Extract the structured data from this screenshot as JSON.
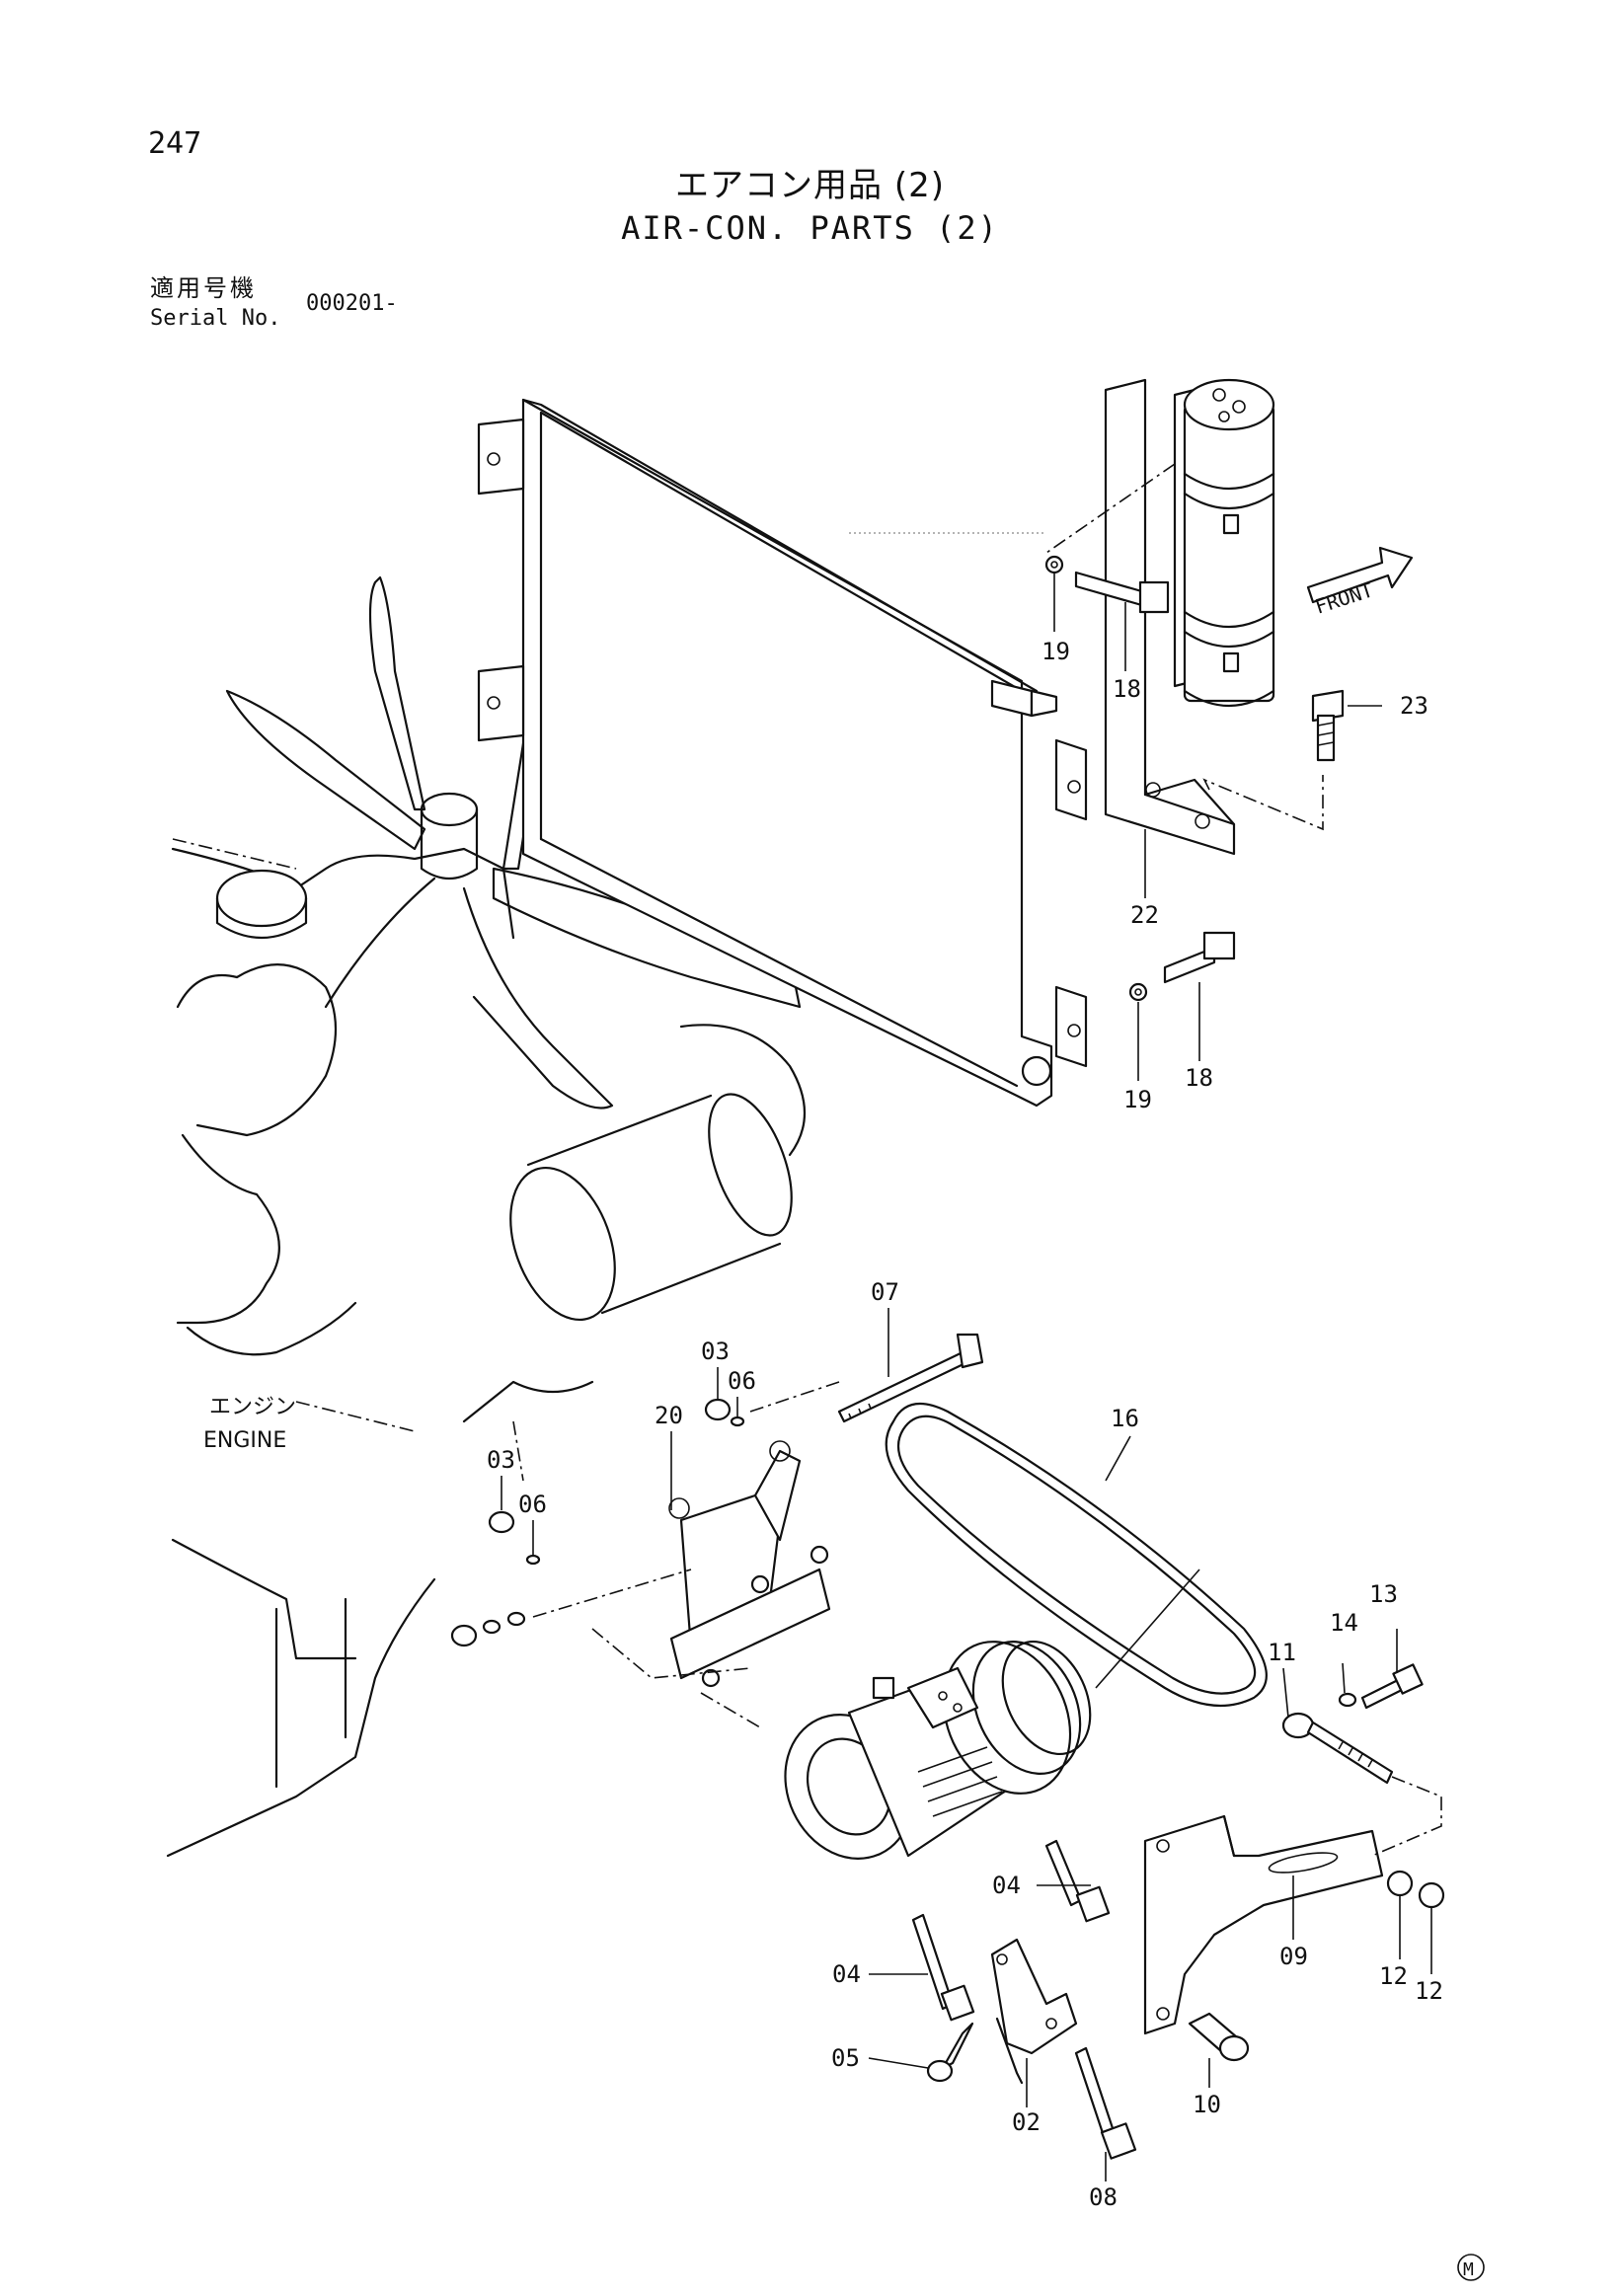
{
  "page_number": "247",
  "title_jp": "エアコン用品 (2)",
  "title_en": "AIR-CON. PARTS (2)",
  "serial": {
    "label_jp": "適用号機",
    "label_en": "Serial No.",
    "value": "000201-"
  },
  "engine_label": {
    "jp": "エンジン",
    "en": "ENGINE"
  },
  "front_label": "FRONT",
  "mark": "M",
  "callouts": {
    "c02": "02",
    "c03a": "03",
    "c03b": "03",
    "c04a": "04",
    "c04b": "04",
    "c05": "05",
    "c06a": "06",
    "c06b": "06",
    "c07": "07",
    "c08": "08",
    "c09": "09",
    "c10": "10",
    "c11": "11",
    "c12a": "12",
    "c12b": "12",
    "c13": "13",
    "c14": "14",
    "c16": "16",
    "c18a": "18",
    "c18b": "18",
    "c19a": "19",
    "c19b": "19",
    "c20": "20",
    "c22": "22",
    "c23": "23"
  }
}
